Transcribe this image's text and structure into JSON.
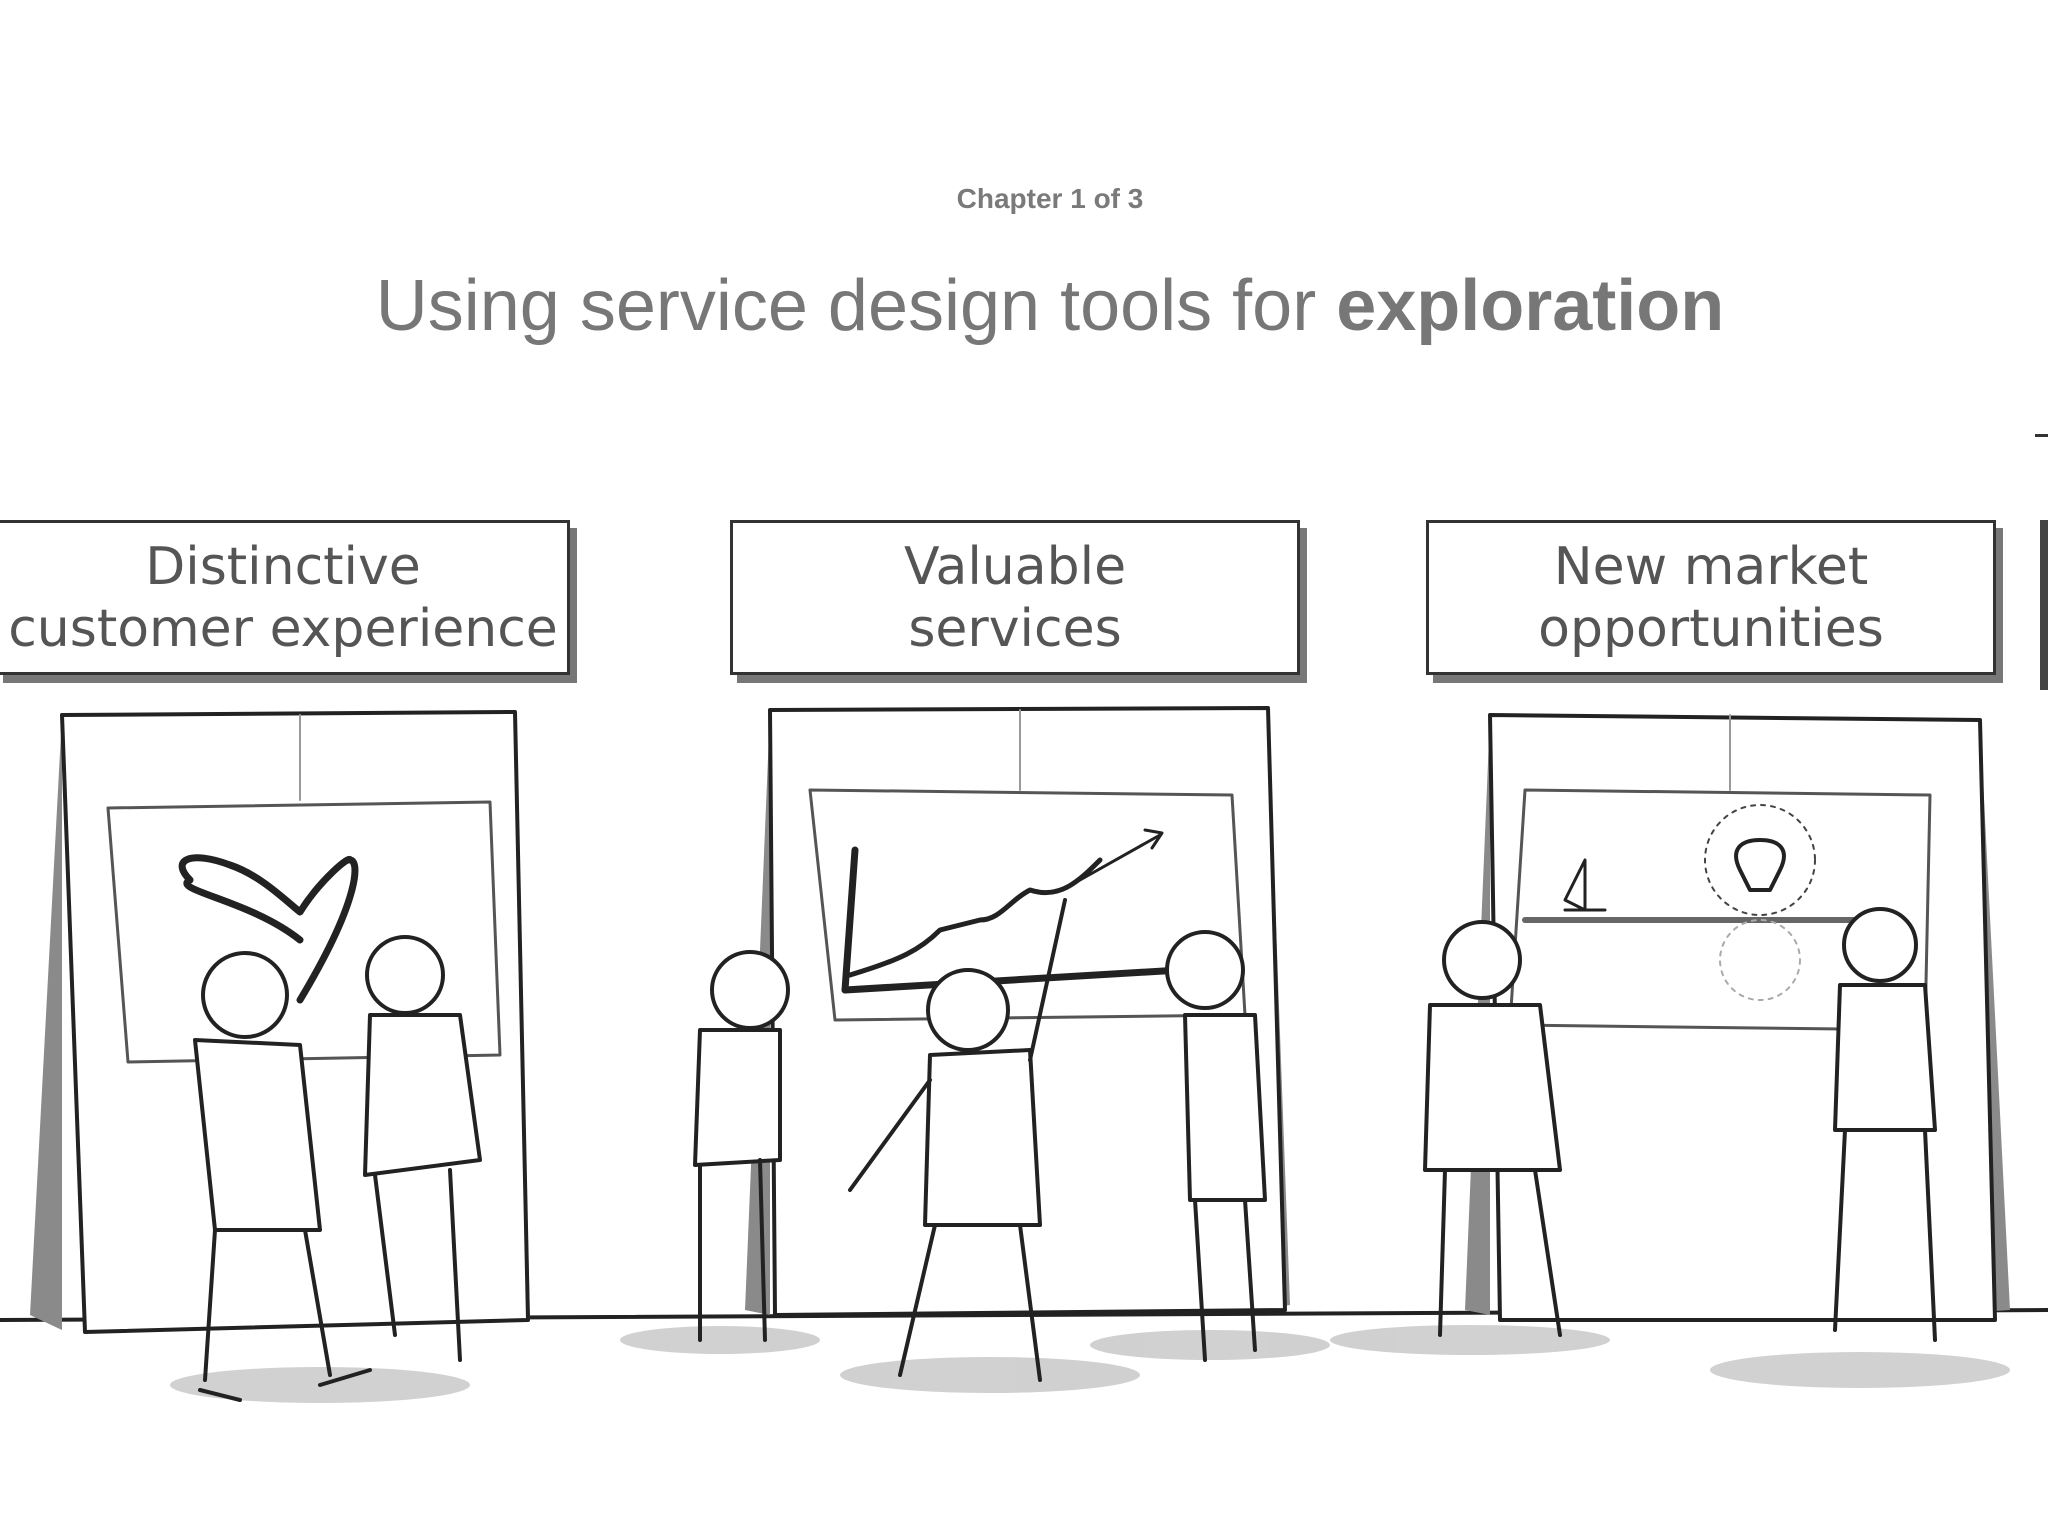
{
  "chapter_label": "Chapter 1 of 3",
  "title": {
    "regular": "Using service design tools for ",
    "bold": "exploration"
  },
  "signs": [
    {
      "line1": "Distinctive",
      "line2": "customer experience"
    },
    {
      "line1": "Valuable",
      "line2": "services"
    },
    {
      "line1": "New market",
      "line2": "opportunities"
    }
  ],
  "illustrations": [
    "heart-icon",
    "growth-chart-icon",
    "lightbulb-icon",
    "sailboat-icon"
  ],
  "colors": {
    "text": "#777777",
    "ink": "#222222",
    "shade": "#8a8a8a"
  }
}
